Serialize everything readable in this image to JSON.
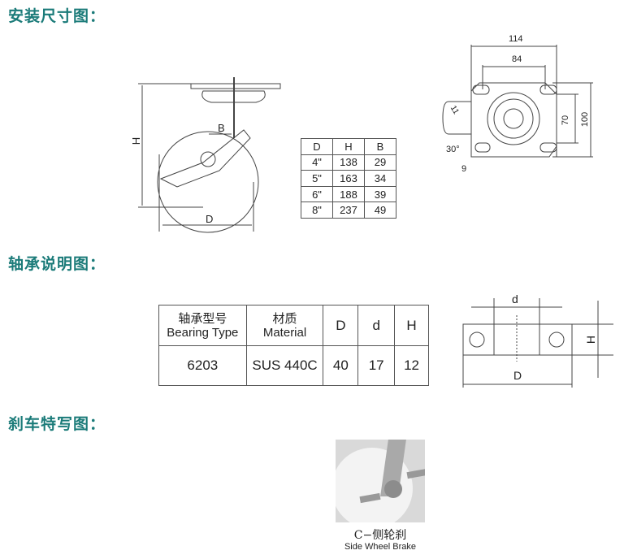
{
  "sections": {
    "install": "安装尺寸图：",
    "bearing": "轴承说明图：",
    "brake": "刹车特写图："
  },
  "caster_drawing": {
    "label_h": "H",
    "label_b": "B",
    "label_d": "D"
  },
  "dim_table": {
    "headers": [
      "D",
      "H",
      "B"
    ],
    "rows": [
      [
        "4\"",
        "138",
        "29"
      ],
      [
        "5\"",
        "163",
        "34"
      ],
      [
        "6\"",
        "188",
        "39"
      ],
      [
        "8\"",
        "237",
        "49"
      ]
    ]
  },
  "plate_drawing": {
    "width_outer": "114",
    "width_holes": "84",
    "height_holes": "70",
    "height_outer": "100",
    "slot_width": "11",
    "slot_width2": "9",
    "angle": "30°"
  },
  "bearing_table": {
    "headers": [
      {
        "cn": "轴承型号",
        "en": "Bearing Type"
      },
      {
        "cn": "材质",
        "en": "Material"
      },
      {
        "cn": "D",
        "en": ""
      },
      {
        "cn": "d",
        "en": ""
      },
      {
        "cn": "H",
        "en": ""
      }
    ],
    "row": [
      "6203",
      "SUS 440C",
      "40",
      "17",
      "12"
    ]
  },
  "bearing_drawing": {
    "label_d_inner": "d",
    "label_d_outer": "D",
    "label_h": "H"
  },
  "photo": {
    "caption_cn": "C−侧轮刹",
    "caption_en": "Side Wheel Brake"
  }
}
